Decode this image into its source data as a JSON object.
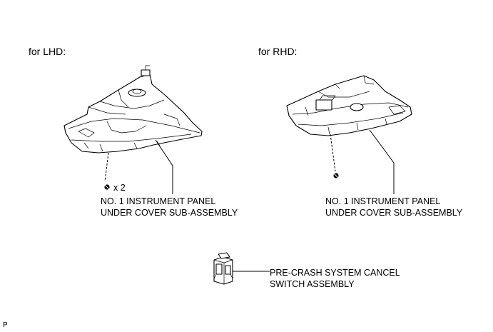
{
  "lhd": {
    "heading": "for LHD:",
    "screw_qty": "x 2",
    "part_label_line1": "NO. 1 INSTRUMENT PANEL",
    "part_label_line2": "UNDER COVER SUB-ASSEMBLY"
  },
  "rhd": {
    "heading": "for RHD:",
    "part_label_line1": "NO. 1 INSTRUMENT PANEL",
    "part_label_line2": "UNDER COVER SUB-ASSEMBLY"
  },
  "switch": {
    "label_line1": "PRE-CRASH SYSTEM CANCEL",
    "label_line2": "SWITCH ASSEMBLY"
  },
  "corner_mark": "P"
}
